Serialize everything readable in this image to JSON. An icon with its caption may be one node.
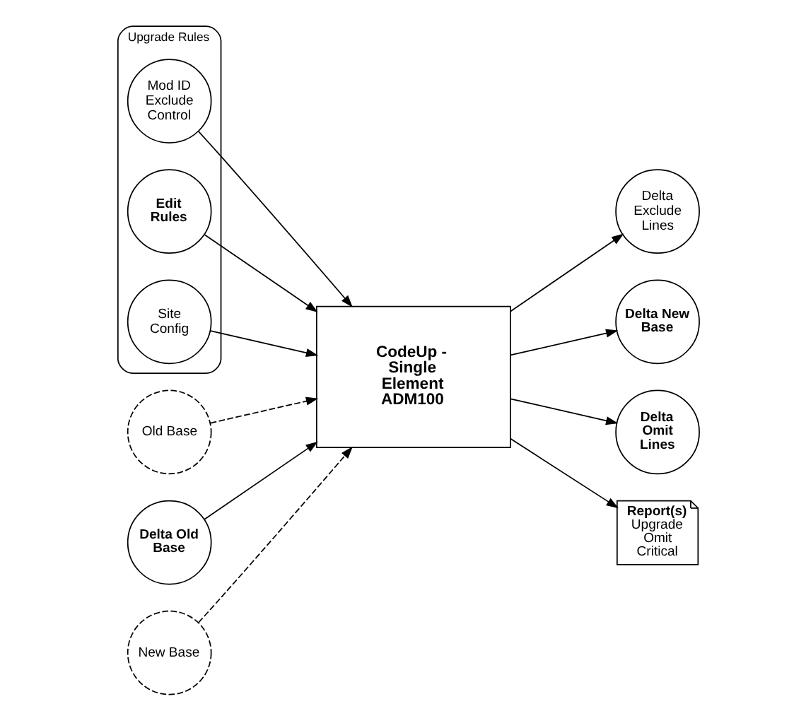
{
  "diagram": {
    "nodes": [
      {
        "text": [
          "Upgrade Rules"
        ]
      },
      {
        "text": [
          "Mod ID Exclude Control"
        ],
        "in": 0
      },
      {
        "text": [
          "Edit Rules"
        ],
        "in": 0
      },
      {
        "text": [
          "Site Config"
        ],
        "in": 0
      },
      {
        "text": [
          "Old Base"
        ]
      },
      {
        "text": [
          "Delta Old Base"
        ]
      },
      {
        "text": [
          "New Base"
        ]
      },
      {
        "text": [
          "CodeUp - Single Element ADM100"
        ]
      },
      {
        "text": [
          "Delta Exclude Lines"
        ]
      },
      {
        "text": [
          "Delta New Base"
        ]
      },
      {
        "text": [
          "Delta Omit Lines"
        ]
      },
      {
        "text": [
          "Report(s)",
          "Upgrade Omit Critical"
        ]
      }
    ],
    "edges": [
      {
        "from": 1,
        "to": 7,
        "arrow": "to"
      },
      {
        "from": 2,
        "to": 7,
        "arrow": "to"
      },
      {
        "from": 3,
        "to": 7,
        "arrow": "to"
      },
      {
        "from": 4,
        "to": 7,
        "arrow": "to",
        "style": "dashed"
      },
      {
        "from": 5,
        "to": 7,
        "arrow": "to"
      },
      {
        "from": 6,
        "to": 7,
        "arrow": "to",
        "style": "dashed"
      },
      {
        "from": 7,
        "to": 8,
        "arrow": "to"
      },
      {
        "from": 7,
        "to": 9,
        "arrow": "to"
      },
      {
        "from": 7,
        "to": 10,
        "arrow": "to"
      },
      {
        "from": 7,
        "to": 11,
        "arrow": "to"
      }
    ]
  }
}
